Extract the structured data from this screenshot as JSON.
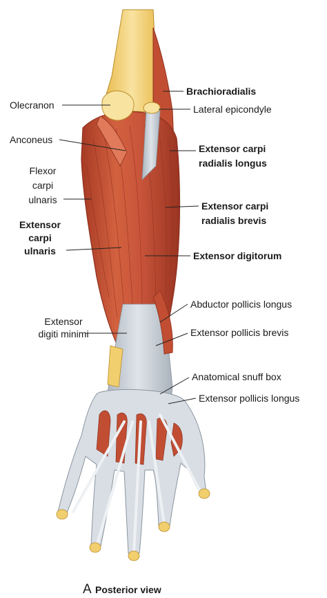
{
  "labels": {
    "brachioradialis": "Brachioradialis",
    "olecranon": "Olecranon",
    "lateral_epicondyle": "Lateral epicondyle",
    "anconeus": "Anconeus",
    "ecrl_line1": "Extensor carpi",
    "ecrl_line2": "radialis longus",
    "fcu_line1": "Flexor",
    "fcu_line2": "carpi",
    "fcu_line3": "ulnaris",
    "ecrb_line1": "Extensor carpi",
    "ecrb_line2": "radialis brevis",
    "ecu_line1": "Extensor",
    "ecu_line2": "carpi",
    "ecu_line3": "ulnaris",
    "extensor_digitorum": "Extensor digitorum",
    "abductor_pollicis_longus": "Abductor pollicis longus",
    "edm_line1": "Extensor",
    "edm_line2": "digiti  minimi",
    "extensor_pollicis_brevis": "Extensor pollicis brevis",
    "anatomical_snuff_box": "Anatomical snuff box",
    "extensor_pollicis_longus": "Extensor pollicis longus"
  },
  "caption": {
    "letter": "A",
    "text": "Posterior view"
  },
  "colors": {
    "muscle": "#c8553a",
    "muscle_dark": "#9a3422",
    "muscle_light": "#e07a5a",
    "tendon": "#c9d0d8",
    "tendon_dark": "#9aa4ae",
    "bone": "#f2cf6e",
    "bone_light": "#f8e3a0"
  }
}
